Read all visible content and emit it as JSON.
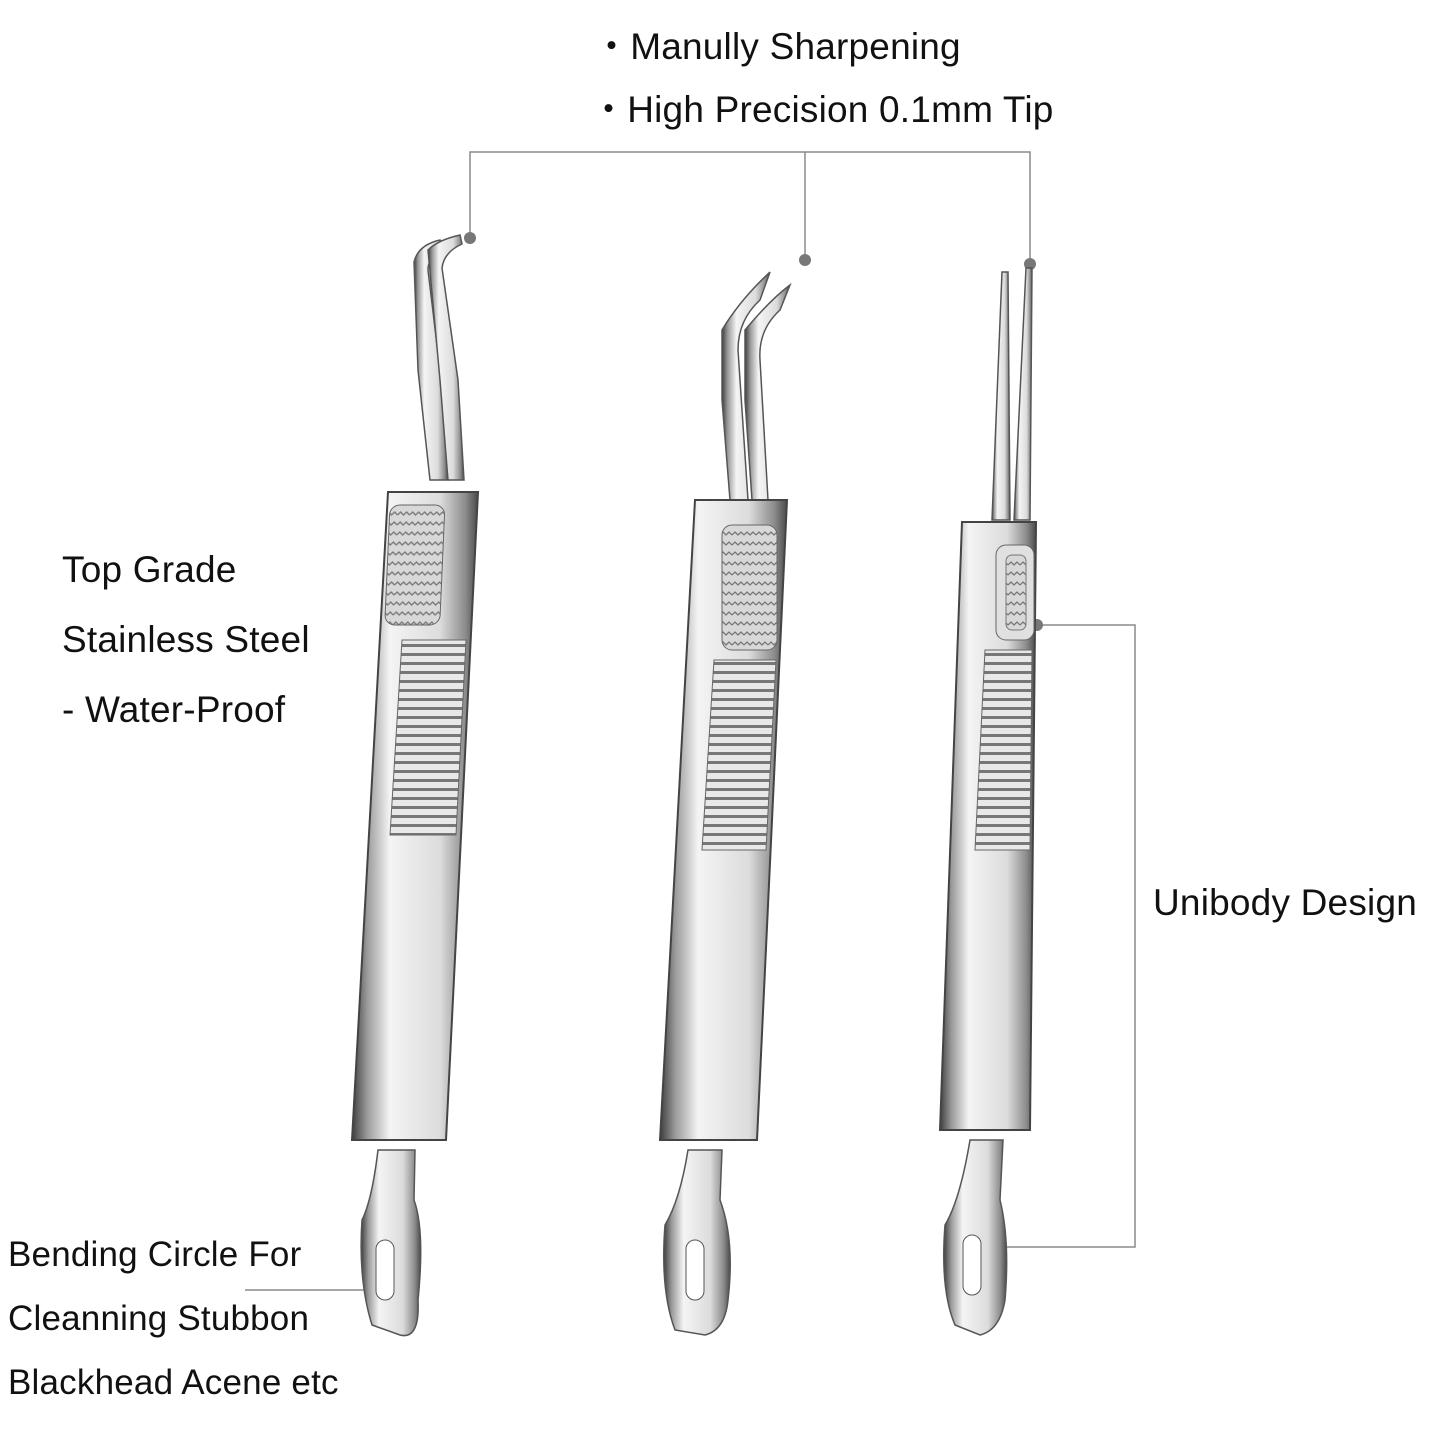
{
  "features_top": [
    "・Manully Sharpening",
    "・High Precision 0.1mm Tip"
  ],
  "material": [
    "Top Grade",
    "Stainless Steel",
    "- Water-Proof"
  ],
  "design": "Unibody Design",
  "bending": [
    "Bending Circle For",
    "Cleanning Stubbon",
    "Blackhead Acene etc"
  ],
  "colors": {
    "leader_line": "#8a8a8a",
    "text": "#111111",
    "steel_light": "#f2f2f2",
    "steel_dark": "#5a5a5a"
  }
}
